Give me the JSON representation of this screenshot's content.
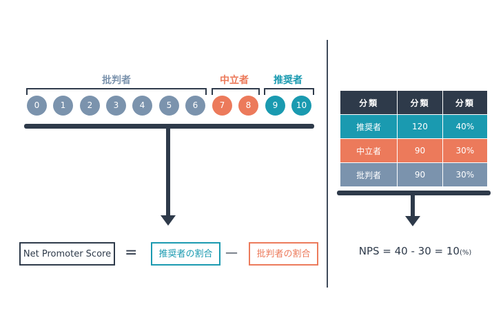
{
  "groups": {
    "detractor": "批判者",
    "passive": "中立者",
    "promoter": "推奨者"
  },
  "scores": [
    {
      "label": "0",
      "group": "detractor"
    },
    {
      "label": "1",
      "group": "detractor"
    },
    {
      "label": "2",
      "group": "detractor"
    },
    {
      "label": "3",
      "group": "detractor"
    },
    {
      "label": "4",
      "group": "detractor"
    },
    {
      "label": "5",
      "group": "detractor"
    },
    {
      "label": "6",
      "group": "detractor"
    },
    {
      "label": "7",
      "group": "passive"
    },
    {
      "label": "8",
      "group": "passive"
    },
    {
      "label": "9",
      "group": "promoter"
    },
    {
      "label": "10",
      "group": "promoter"
    }
  ],
  "formula": {
    "nps_label": "Net Promoter Score",
    "equals": "=",
    "promoter_ratio": "推奨者の割合",
    "minus": "—",
    "detractor_ratio": "批判者の割合"
  },
  "table": {
    "headers": [
      "分類",
      "分類",
      "分類"
    ],
    "rows": [
      {
        "category": "推奨者",
        "count": "120",
        "percent": "40%"
      },
      {
        "category": "中立者",
        "count": "90",
        "percent": "30%"
      },
      {
        "category": "批判者",
        "count": "90",
        "percent": "30%"
      }
    ]
  },
  "result": {
    "text": "NPS = 40 - 30 = 10",
    "unit": "(%)"
  },
  "colors": {
    "detractor": "#7b93ad",
    "passive": "#ec7a5b",
    "promoter": "#1a9ab0",
    "dark": "#2e3a4a"
  }
}
